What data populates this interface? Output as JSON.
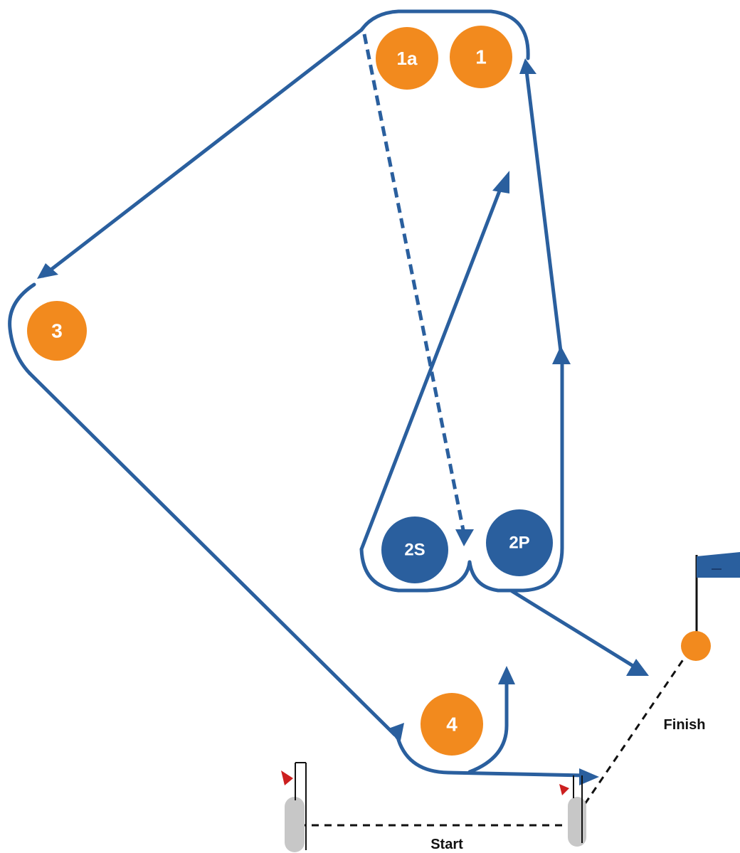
{
  "marks": {
    "m1a": "1a",
    "m1": "1",
    "m3": "3",
    "m2s": "2S",
    "m2p": "2P",
    "m4": "4"
  },
  "labels": {
    "start": "Start",
    "finish": "Finish"
  },
  "colors": {
    "course_line": "#2a5f9e",
    "orange_mark": "#f28a1e",
    "blue_mark": "#2a5f9e",
    "finish_flag": "#2a5f9e",
    "start_flag": "#cc1f1f"
  },
  "icons": {
    "finish_flag": "flag-icon",
    "start_boats": "committee-boat-icon"
  }
}
